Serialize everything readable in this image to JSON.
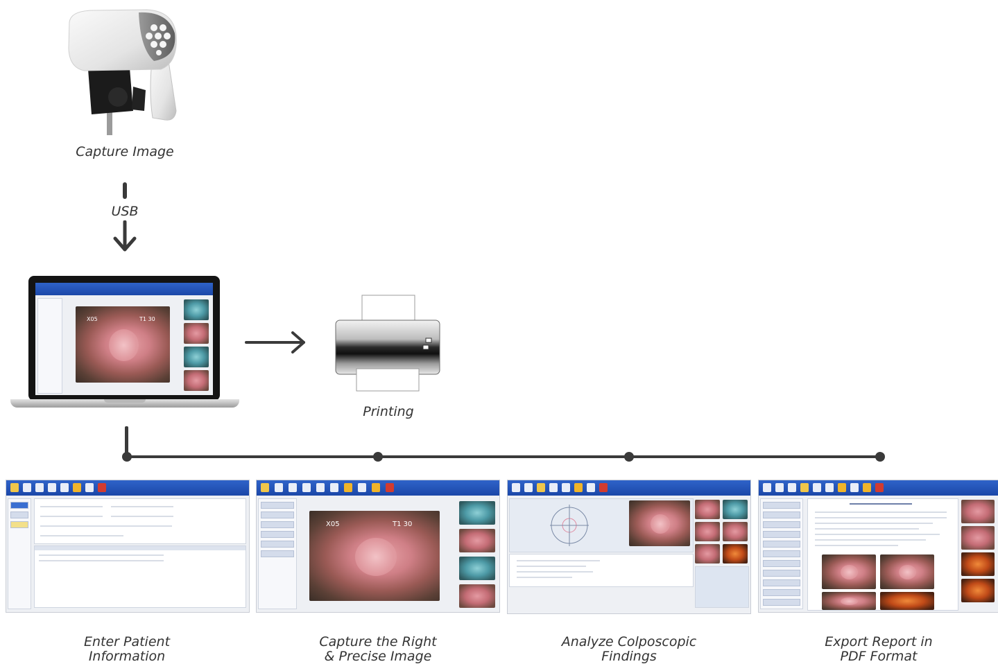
{
  "captions": {
    "capture_image": "Capture Image",
    "usb": "USB",
    "printing": "Printing",
    "step1_line1": "Enter Patient",
    "step1_line2": "Information",
    "step2_line1": "Capture the Right",
    "step2_line2": "& Precise Image",
    "step3_line1": "Analyze Colposcopic",
    "step3_line2": "Findings",
    "step4_line1": "Export Report in",
    "step4_line2": "PDF Format"
  },
  "screen_overlay": {
    "zoom": "X05",
    "time": "T1 30"
  },
  "icons": {
    "camera": "digital-colposcope-icon",
    "laptop": "laptop-icon",
    "printer": "printer-icon",
    "arrow_down": "arrow-down-icon",
    "arrow_right": "arrow-right-icon"
  },
  "colors": {
    "flow_line": "#3a3a3a",
    "caption_text": "#333333",
    "app_toolbar": "#2f63c9"
  }
}
